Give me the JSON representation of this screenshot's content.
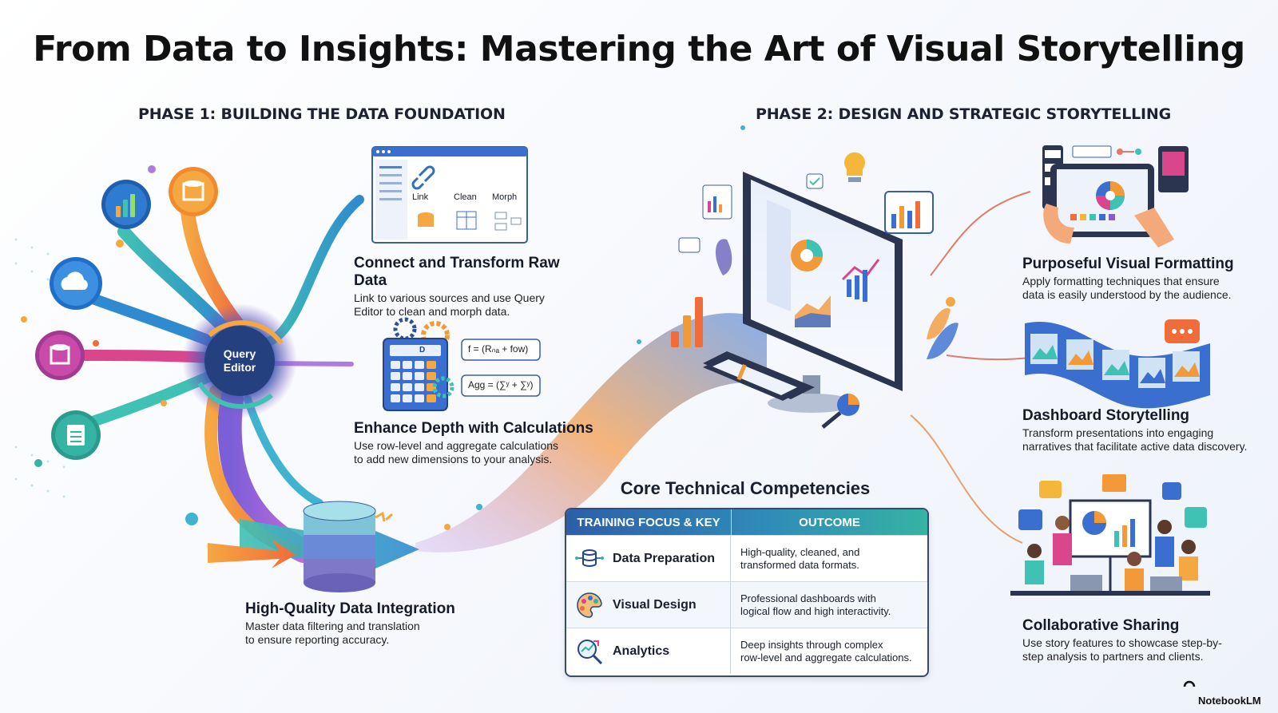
{
  "title": "From Data to Insights: Mastering the Art of Visual Storytelling",
  "phase1": {
    "heading": "PHASE 1: BUILDING THE DATA FOUNDATION",
    "hub_label_line1": "Query",
    "hub_label_line2": "Editor",
    "window_labels": [
      "Link",
      "Clean",
      "Morph"
    ],
    "formulas": [
      "f = (Rₙₐ + fow)",
      "Agg = (∑ʸ + ∑ʸ)"
    ],
    "calc_display": "D",
    "steps": [
      {
        "title": "Connect and Transform Raw Data",
        "desc_line1": "Link to various sources and use Query",
        "desc_line2": "Editor to clean and morph data."
      },
      {
        "title": "Enhance Depth with Calculations",
        "desc_line1": "Use row-level and aggregate calculations",
        "desc_line2": "to add new dimensions to your analysis."
      },
      {
        "title": "High-Quality Data Integration",
        "desc_line1": "Master data filtering and translation",
        "desc_line2": "to ensure reporting accuracy."
      }
    ]
  },
  "phase2": {
    "heading": "PHASE 2: DESIGN AND STRATEGIC STORYTELLING",
    "steps": [
      {
        "title": "Purposeful Visual Formatting",
        "desc_line1": "Apply formatting techniques that ensure",
        "desc_line2": "data is easily understood by the audience."
      },
      {
        "title": "Dashboard Storytelling",
        "desc_line1": "Transform presentations into engaging",
        "desc_line2": "narratives that facilitate active data discovery."
      },
      {
        "title": "Collaborative Sharing",
        "desc_line1": "Use story features to showcase step-by-",
        "desc_line2": "step analysis to partners and clients."
      }
    ]
  },
  "competencies": {
    "heading": "Core Technical Competencies",
    "col1": "TRAINING FOCUS & KEY",
    "col2": "OUTCOME",
    "rows": [
      {
        "focus": "Data Preparation",
        "outcome_line1": "High-quality, cleaned, and",
        "outcome_line2": "transformed data formats.",
        "icon": "database-network-icon"
      },
      {
        "focus": "Visual Design",
        "outcome_line1": "Professional dashboards with",
        "outcome_line2": "logical flow and high interactivity.",
        "icon": "palette-icon"
      },
      {
        "focus": "Analytics",
        "outcome_line1": "Deep insights through complex",
        "outcome_line2": "row-level and aggregate calculations.",
        "icon": "magnifier-chart-icon"
      }
    ]
  },
  "watermark": "NotebookLM",
  "colors": {
    "teal": "#35b3a3",
    "blue": "#2f6fc0",
    "orange": "#f29a3a",
    "purple": "#8b5cc8",
    "pink": "#d9468c"
  }
}
